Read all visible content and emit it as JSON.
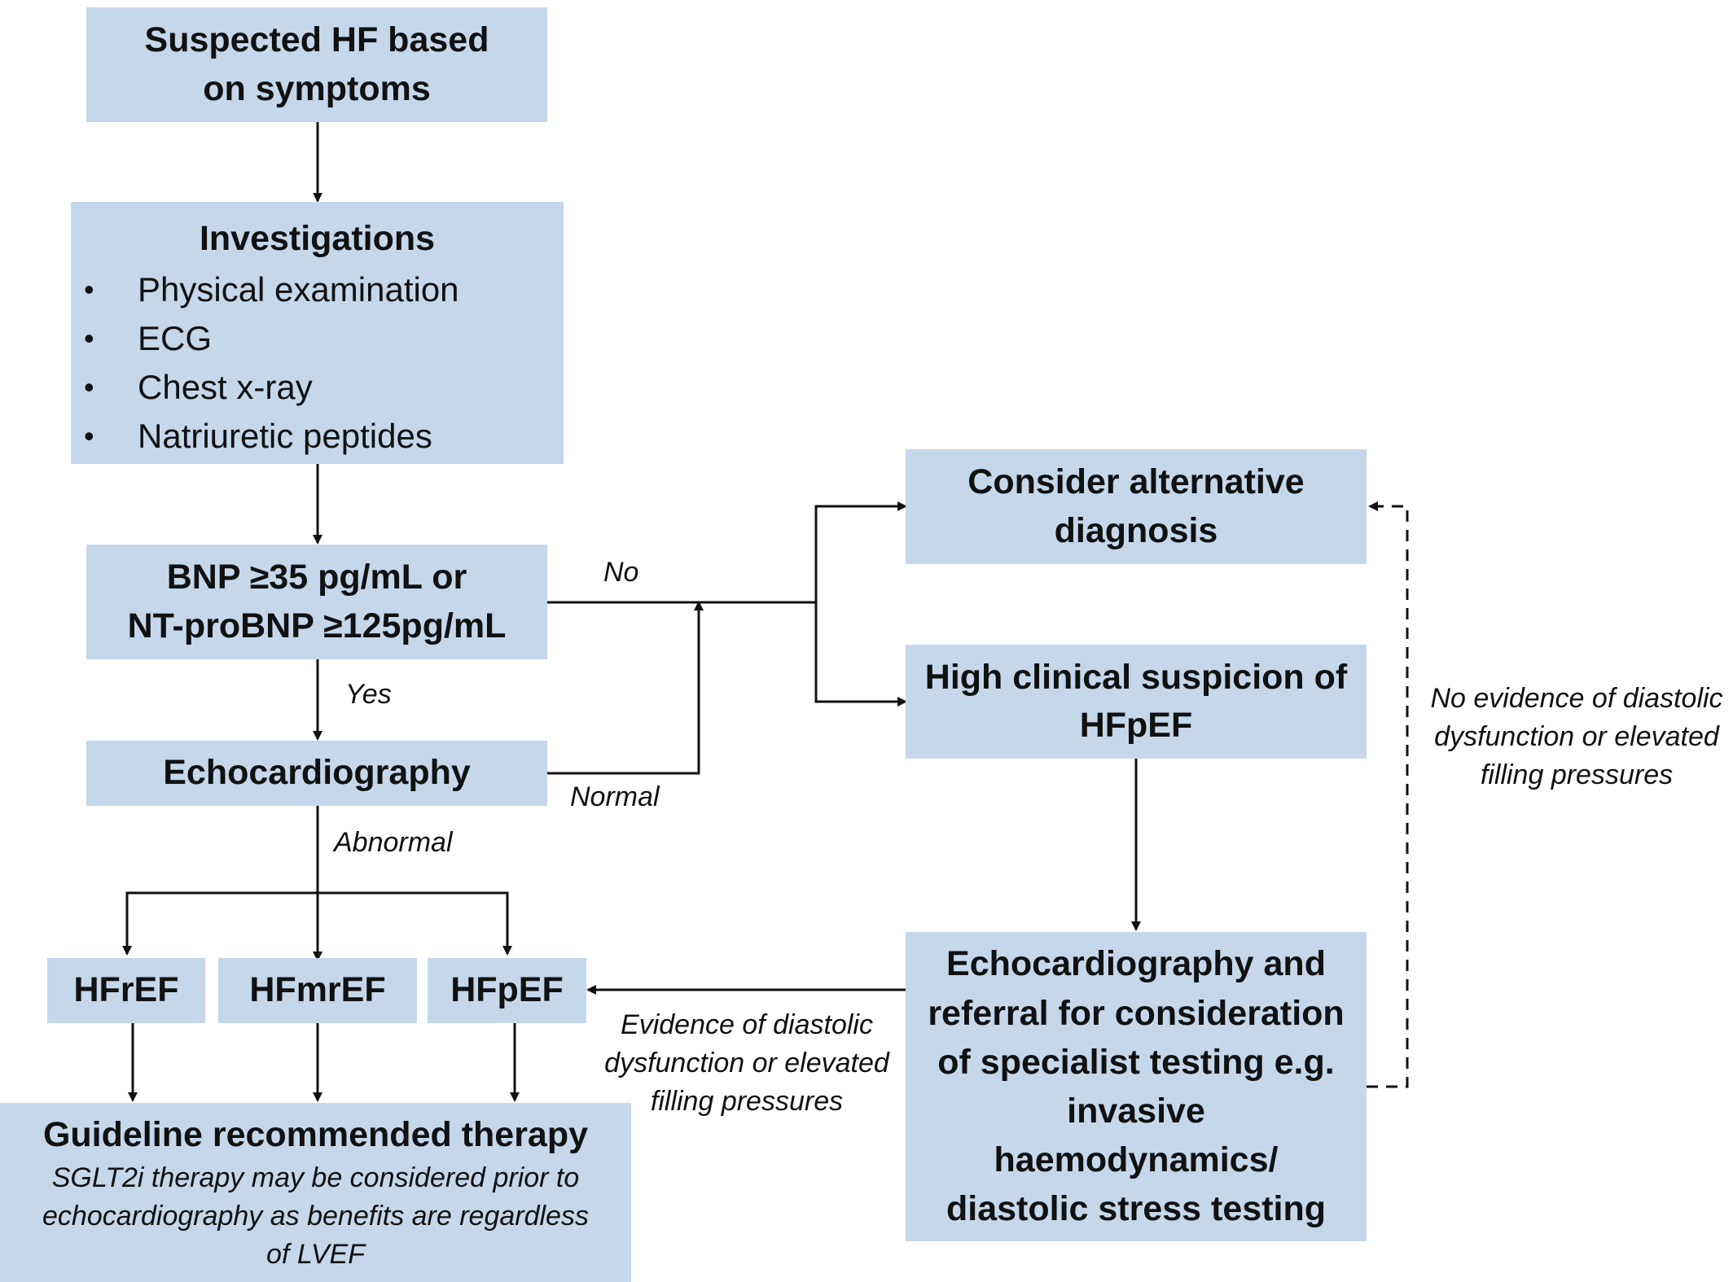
{
  "boxes": {
    "suspected": "Suspected HF based on symptoms",
    "investigations": {
      "title": "Investigations",
      "items": [
        "Physical examination",
        "ECG",
        "Chest x-ray",
        "Natriuretic peptides"
      ]
    },
    "bnp_line1": "BNP ≥35 pg/mL or",
    "bnp_line2": "NT-proBNP ≥125pg/mL",
    "echo": "Echocardiography",
    "alternative": "Consider alternative diagnosis",
    "high_suspicion": "High clinical suspicion of HFpEF",
    "hfref": "HFrEF",
    "hfmref": "HFmrEF",
    "hfpef": "HFpEF",
    "guideline": {
      "title": "Guideline recommended therapy",
      "note": "SGLT2i therapy may be considered prior to echocardiography as benefits are regardless of LVEF"
    },
    "specialist": "Echocardiography and referral for consideration of specialist testing e.g. invasive haemodynamics/ diastolic stress testing"
  },
  "labels": {
    "no": "No",
    "yes": "Yes",
    "normal": "Normal",
    "abnormal": "Abnormal",
    "evidence": "Evidence of diastolic dysfunction or elevated filling pressures",
    "no_evidence": "No evidence of diastolic dysfunction or elevated filling pressures"
  },
  "colors": {
    "box_fill": "#c5d7eb",
    "line": "#111111"
  }
}
